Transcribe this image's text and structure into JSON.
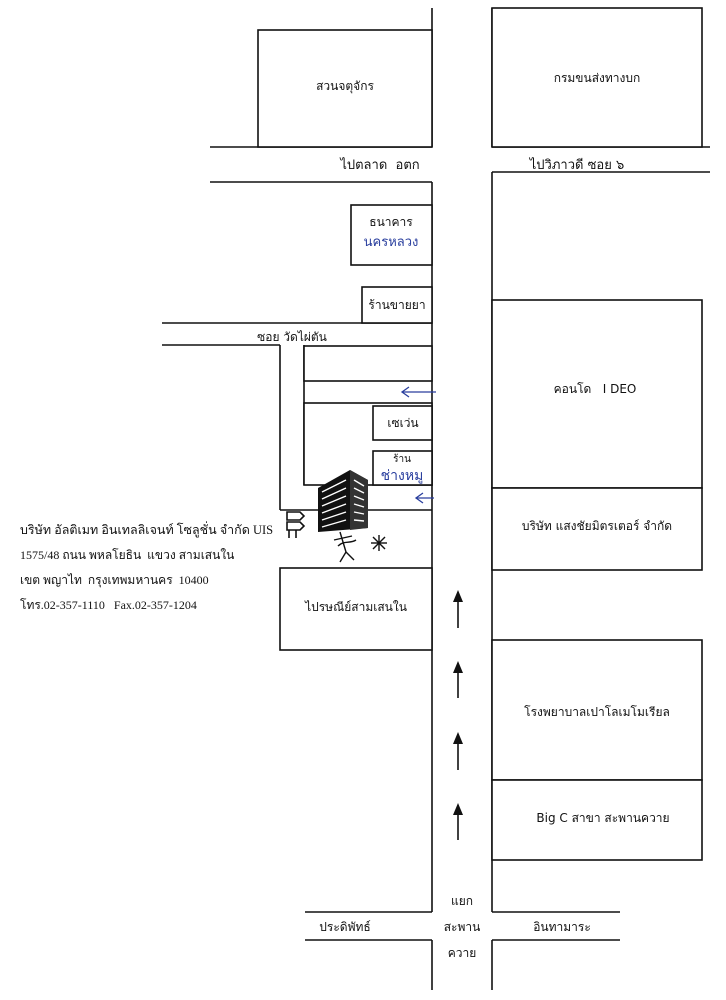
{
  "landmarks": {
    "park": "สวนจตุจักร",
    "land_transport_dept": "กรมขนส่งทางบก",
    "bank_line1": "ธนาคาร",
    "bank_line2": "นครหลวง",
    "drugstore": "ร้านขายยา",
    "condo": "คอนโด   I DEO",
    "seven_eleven": "เซเว่น",
    "tailor_line1": "ร้าน",
    "tailor_line2": "ช่างหมู",
    "company_neighbor": "บริษัท แสงชัยมิตรเตอร์ จำกัด",
    "post_office": "ไปรษณีย์สามเสนใน",
    "hospital": "โรงพยาบาลเปาโลเมโมเรียล",
    "big_c": "Big C สาขา สะพานควาย"
  },
  "roads": {
    "to_or_tor_kor": "ไปตลาด  อตก",
    "to_vibhavadi": "ไปวิภาวดี ซอย ๖",
    "soi_wat_phai_ton": "ซอย วัดไผ่ตัน",
    "pradipat": "ประดิพัทธ์",
    "inthamara": "อินทามาระ",
    "intersection_line1": "แยก",
    "intersection_line2": "สะพาน",
    "intersection_line3": "ควาย"
  },
  "company": {
    "name": "บริษัท อัลติเมท อินเทลลิเจนท์ โซลูชั่น จำกัด UIS",
    "address_line1": "1575/48 ถนน พหลโยธิน  แขวง สามเสนใน",
    "address_line2": "เขต พญาไท  กรุงเทพมหานคร  10400",
    "contact": "โทร.02-357-1110   Fax.02-357-1204"
  },
  "colors": {
    "ink": "#111111",
    "handwriting": "#2a3f9e"
  }
}
